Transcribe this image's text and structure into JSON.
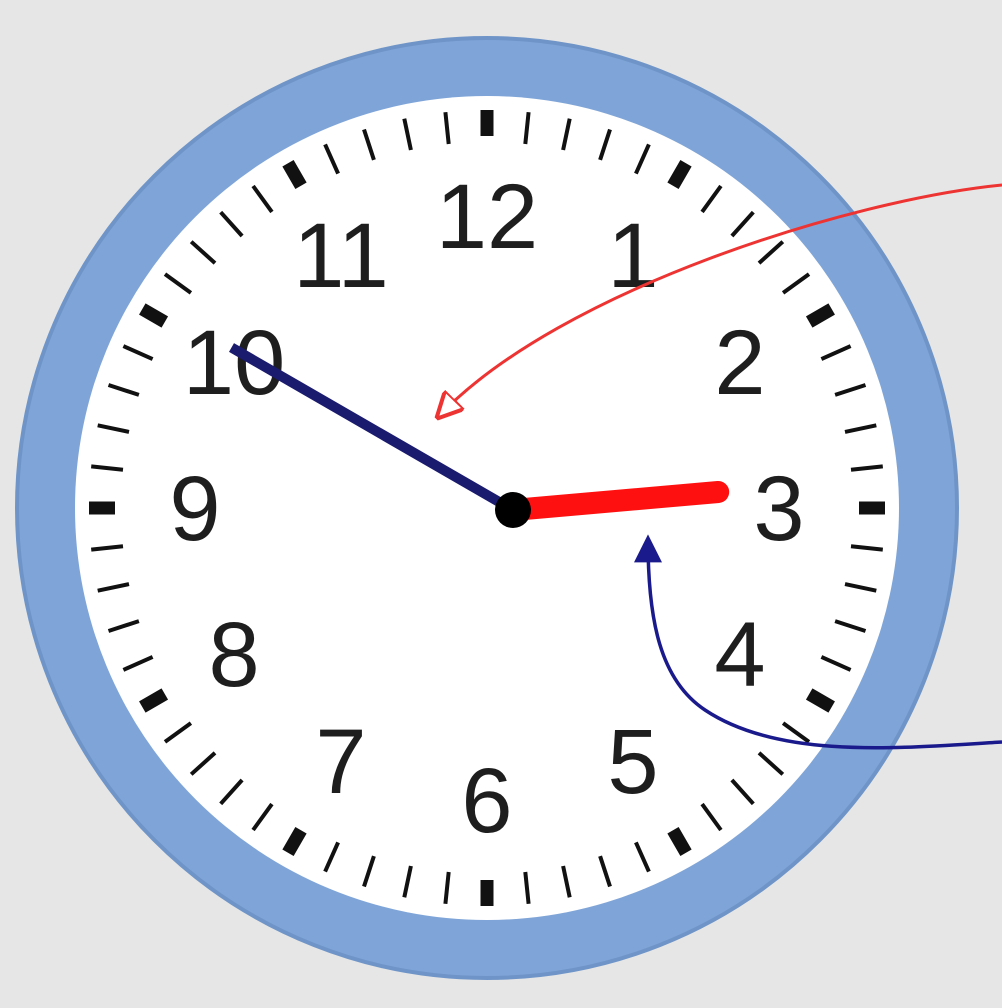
{
  "clock": {
    "numerals": [
      "12",
      "1",
      "2",
      "3",
      "4",
      "5",
      "6",
      "7",
      "8",
      "9",
      "10",
      "11"
    ],
    "time": {
      "hour": 2,
      "minute": 50
    },
    "colors": {
      "background": "#e6e6e6",
      "rim": "#7fa5d8",
      "rim_edge": "#6f95c8",
      "face": "#ffffff",
      "ticks": "#111111",
      "hour_hand": "#ff1010",
      "minute_hand": "#1a1a6e",
      "hub": "#000000",
      "hour_pointer_arrow": "#ee3333",
      "minute_pointer_arrow": "#1a1a8c"
    }
  },
  "icons": {
    "hour_pointer_arrow": "arrow-to-hour-hand",
    "minute_pointer_arrow": "arrow-to-minute-hand"
  }
}
